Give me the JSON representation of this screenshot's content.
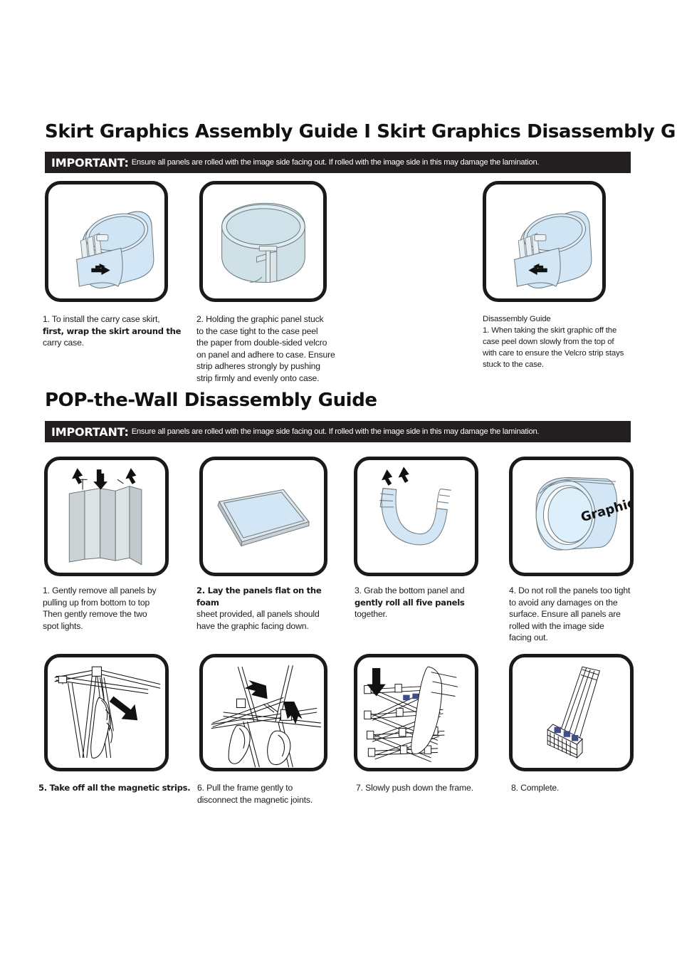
{
  "document": {
    "title_skirt": "Skirt Graphics Assembly Guide  I  Skirt Graphics Disassembly Guide",
    "title_pop": "POP-the-Wall Disassembly Guide"
  },
  "important": {
    "label": "IMPORTANT:",
    "text": "Ensure all panels are rolled with the image side facing out. If rolled with the image side in this may damage the lamination."
  },
  "skirt_section": {
    "steps": [
      {
        "id": "skirt-step-1",
        "lines": [
          {
            "text": "1. To install the carry case skirt,",
            "bold": false
          },
          {
            "text": "first, wrap the skirt around the",
            "bold": true
          },
          {
            "text": "carry  case.",
            "bold": false
          }
        ]
      },
      {
        "id": "skirt-step-2",
        "lines": [
          {
            "text": "2. Holding the graphic panel stuck",
            "bold": false
          },
          {
            "text": "to the case tight to the case peel",
            "bold": false
          },
          {
            "text": "the paper from double-sided velcro",
            "bold": false
          },
          {
            "text": "on panel and adhere to case. Ensure",
            "bold": false
          },
          {
            "text": "strip adheres strongly by pushing",
            "bold": false
          },
          {
            "text": "strip firmly and evenly onto case.",
            "bold": false
          }
        ]
      },
      {
        "id": "skirt-step-3",
        "lines": [
          {
            "text": "Disassembly Guide",
            "bold": false
          },
          {
            "text": "1. When taking the skirt graphic off the",
            "bold": false
          },
          {
            "text": "case peel down slowly from the top of",
            "bold": false
          },
          {
            "text": "with care to ensure the Velcro strip stays",
            "bold": false
          },
          {
            "text": "stuck to the case.",
            "bold": false
          }
        ]
      }
    ],
    "illustrations": [
      {
        "name": "carry-case-with-skirt-wrap-left-arrow",
        "arrow": "left"
      },
      {
        "name": "carry-case-closed-with-velcro-strip",
        "arrow": "none"
      },
      {
        "name": "carry-case-with-skirt-peel-right-arrow",
        "arrow": "right"
      }
    ]
  },
  "pop_section": {
    "steps": [
      {
        "id": "pop-step-1",
        "lines": [
          {
            "text": "1. Gently remove all panels by",
            "bold": false
          },
          {
            "text": "pulling up from bottom to top",
            "bold": false
          },
          {
            "text": "Then gently remove the two",
            "bold": false
          },
          {
            "text": "spot lights.",
            "bold": false
          }
        ]
      },
      {
        "id": "pop-step-2",
        "lines": [
          {
            "text": "2. Lay the panels flat on the foam",
            "bold": true
          },
          {
            "text": "sheet provided, all panels should",
            "bold": false
          },
          {
            "text": "have the graphic facing down.",
            "bold": false
          }
        ]
      },
      {
        "id": "pop-step-3",
        "lines": [
          {
            "text": "3. Grab the bottom panel and",
            "bold": false
          },
          {
            "text": "gently roll all five panels",
            "bold": true
          },
          {
            "text": "together.",
            "bold": false
          }
        ]
      },
      {
        "id": "pop-step-4",
        "lines": [
          {
            "text": "4. Do not roll the panels too tight",
            "bold": false
          },
          {
            "text": "to avoid any damages on the",
            "bold": false
          },
          {
            "text": "surface. Ensure all panels are",
            "bold": false
          },
          {
            "text": "rolled with the image side",
            "bold": false
          },
          {
            "text": "facing out.",
            "bold": false
          }
        ]
      },
      {
        "id": "pop-step-5",
        "lines": [
          {
            "text": "5. Take off all the magnetic strips.",
            "bold": true
          }
        ]
      },
      {
        "id": "pop-step-6",
        "lines": [
          {
            "text": "6. Pull the frame gently to",
            "bold": false
          },
          {
            "text": "disconnect the magnetic joints.",
            "bold": false
          }
        ]
      },
      {
        "id": "pop-step-7",
        "lines": [
          {
            "text": "7. Slowly push down the frame.",
            "bold": false
          }
        ]
      },
      {
        "id": "pop-step-8",
        "lines": [
          {
            "text": "8. Complete.",
            "bold": false
          }
        ]
      }
    ],
    "illustrations": [
      {
        "name": "curved-panel-wall-with-up-arrows",
        "arrow": "up"
      },
      {
        "name": "single-flat-panel-on-foam-sheet",
        "arrow": "none"
      },
      {
        "name": "panels-being-rolled-with-up-arrows",
        "arrow": "up"
      },
      {
        "name": "rolled-panel-tube",
        "arrow": "none",
        "label": "Graphics"
      },
      {
        "name": "frame-with-magnetic-strip-removal-arrow",
        "arrow": "down-right"
      },
      {
        "name": "hands-pulling-frame-joints",
        "arrow": "left"
      },
      {
        "name": "frame-being-pushed-down",
        "arrow": "down"
      },
      {
        "name": "collapsed-folded-frame",
        "arrow": "none"
      }
    ]
  },
  "colors": {
    "ink": "#1a1a1a",
    "bar_bg": "#231f20",
    "graphic_blue": "#d3e6f5",
    "graphic_blue_dark": "#bcd9ec",
    "graphic_gray": "#cdd3d6",
    "graphic_gray_dark": "#a9b2b7",
    "magnet_blue": "#3f4f86"
  }
}
